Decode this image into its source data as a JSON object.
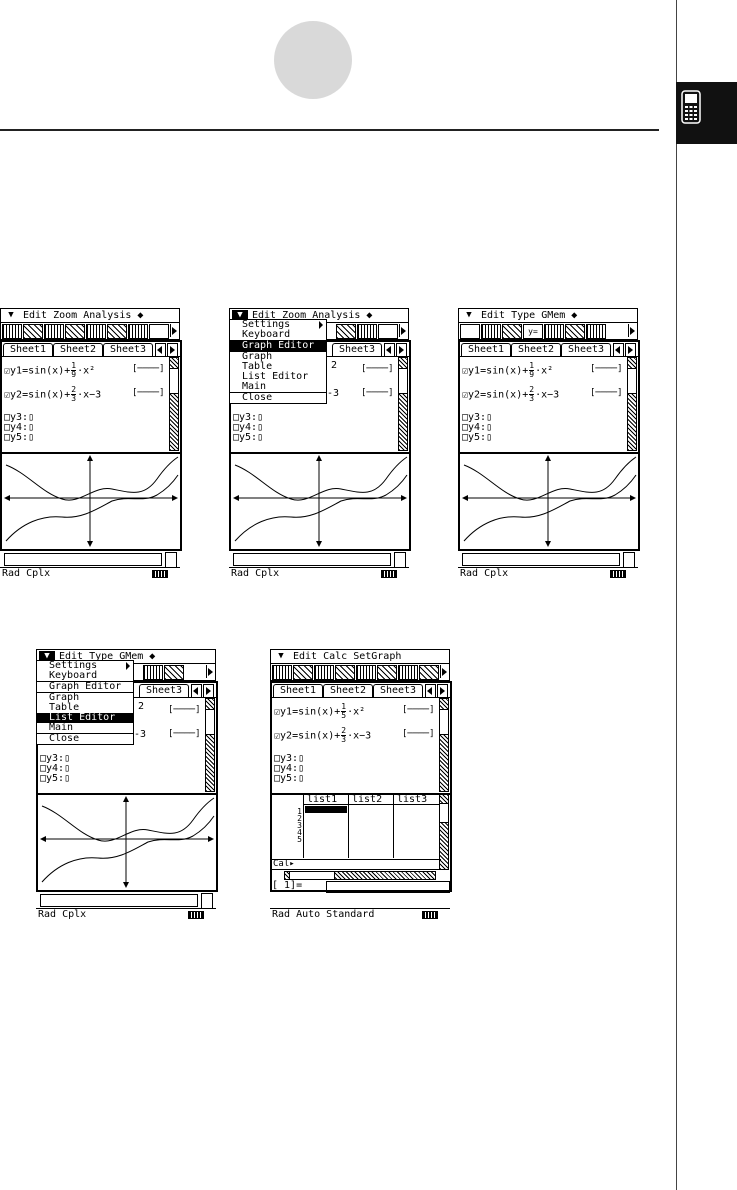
{
  "screens": {
    "s1": {
      "menubar": "Edit Zoom Analysis ◆",
      "tabs": [
        "Sheet1",
        "Sheet2",
        "Sheet3"
      ],
      "eq1": {
        "pre": "y1=sin(x)+",
        "num": "1",
        "den": "9",
        "post": "·x²"
      },
      "eq2": {
        "pre": "y2=sin(x)+",
        "num": "2",
        "den": "3",
        "post": "·x−3"
      },
      "bracket": "[────]",
      "rows": [
        "□y3:▯",
        "□y4:▯",
        "□y5:▯"
      ],
      "status": "Rad Cplx"
    },
    "s2": {
      "menubar": "Edit Zoom Analysis ◆",
      "menu": [
        "Settings",
        "Keyboard",
        "Graph Editor",
        "Graph",
        "Table",
        "List Editor",
        "Main",
        "Close"
      ],
      "tab": "Sheet3",
      "eq_suffix1": "2",
      "eq_suffix2": "-3",
      "bracket": "[────]",
      "rows": [
        "□y3:▯",
        "□y4:▯",
        "□y5:▯"
      ],
      "status": "Rad Cplx"
    },
    "s3": {
      "menubar": "Edit Type GMem ◆",
      "toolbar_y": "y=",
      "tabs": [
        "Sheet1",
        "Sheet2",
        "Sheet3"
      ],
      "eq1": {
        "pre": "y1=sin(x)+",
        "num": "1",
        "den": "9",
        "post": "·x²"
      },
      "eq2": {
        "pre": "y2=sin(x)+",
        "num": "2",
        "den": "3",
        "post": "·x−3"
      },
      "bracket": "[────]",
      "rows": [
        "□y3:▯",
        "□y4:▯",
        "□y5:▯"
      ],
      "status": "Rad Cplx"
    },
    "s4": {
      "menubar": "Edit Type GMem ◆",
      "menu": [
        "Settings",
        "Keyboard",
        "Graph Editor",
        "Graph",
        "Table",
        "List Editor",
        "Main",
        "Close"
      ],
      "tab": "Sheet3",
      "eq_suffix1": "2",
      "eq_suffix2": "-3",
      "bracket": "[────]",
      "rows": [
        "□y3:▯",
        "□y4:▯",
        "□y5:▯"
      ],
      "status": "Rad Cplx"
    },
    "s5": {
      "menubar": "Edit Calc SetGraph",
      "tabs": [
        "Sheet1",
        "Sheet2",
        "Sheet3"
      ],
      "eq1": {
        "pre": "y1=sin(x)+",
        "num": "1",
        "den": "5",
        "post": "·x²"
      },
      "eq2": {
        "pre": "y2=sin(x)+",
        "num": "2",
        "den": "3",
        "post": "·x−3"
      },
      "bracket": "[────]",
      "rows": [
        "□y3:▯",
        "□y4:▯",
        "□y5:▯"
      ],
      "lists": [
        "list1",
        "list2",
        "list3"
      ],
      "rownums": [
        "1",
        "2",
        "3",
        "4",
        "5"
      ],
      "cal": "Cal▸",
      "cell": "[   1]=",
      "status": "Rad  Auto  Standard"
    }
  }
}
